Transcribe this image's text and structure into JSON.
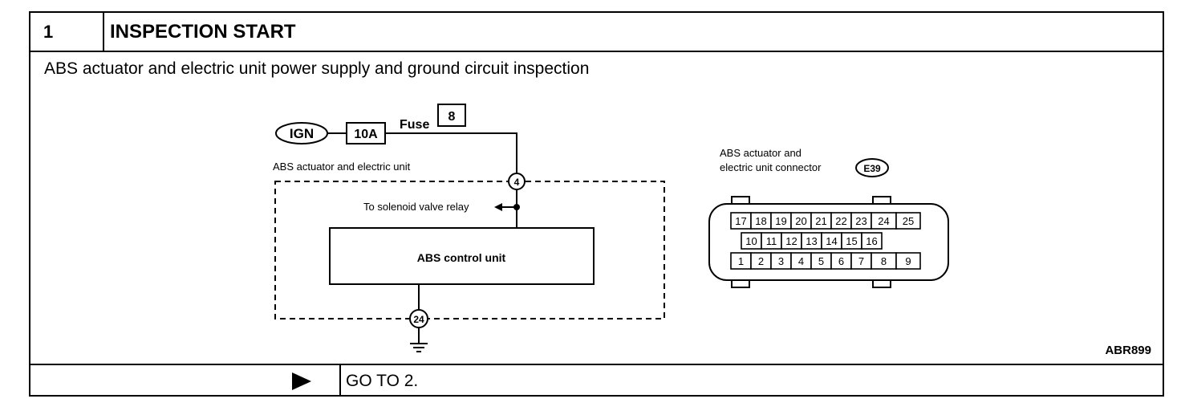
{
  "step": {
    "number": "1",
    "title": "INSPECTION START",
    "description": "ABS actuator and electric unit power supply and ground circuit inspection",
    "figure_code": "ABR899",
    "action_label": "GO TO 2."
  },
  "diagram": {
    "ign_label": "IGN",
    "fuse_rating": "10A",
    "fuse_label": "Fuse",
    "fuse_number": "8",
    "unit_label": "ABS actuator and electric unit",
    "pin_top": "4",
    "pin_bottom": "24",
    "solenoid_label": "To solenoid valve relay",
    "control_unit_label": "ABS control unit"
  },
  "connector": {
    "title_line1": "ABS actuator and",
    "title_line2": "electric unit connector",
    "id": "E39",
    "row_top": [
      "17",
      "18",
      "19",
      "20",
      "21",
      "22",
      "23",
      "24",
      "25"
    ],
    "row_middle": [
      "10",
      "11",
      "12",
      "13",
      "14",
      "15",
      "16"
    ],
    "row_bottom": [
      "1",
      "2",
      "3",
      "4",
      "5",
      "6",
      "7",
      "8",
      "9"
    ]
  }
}
